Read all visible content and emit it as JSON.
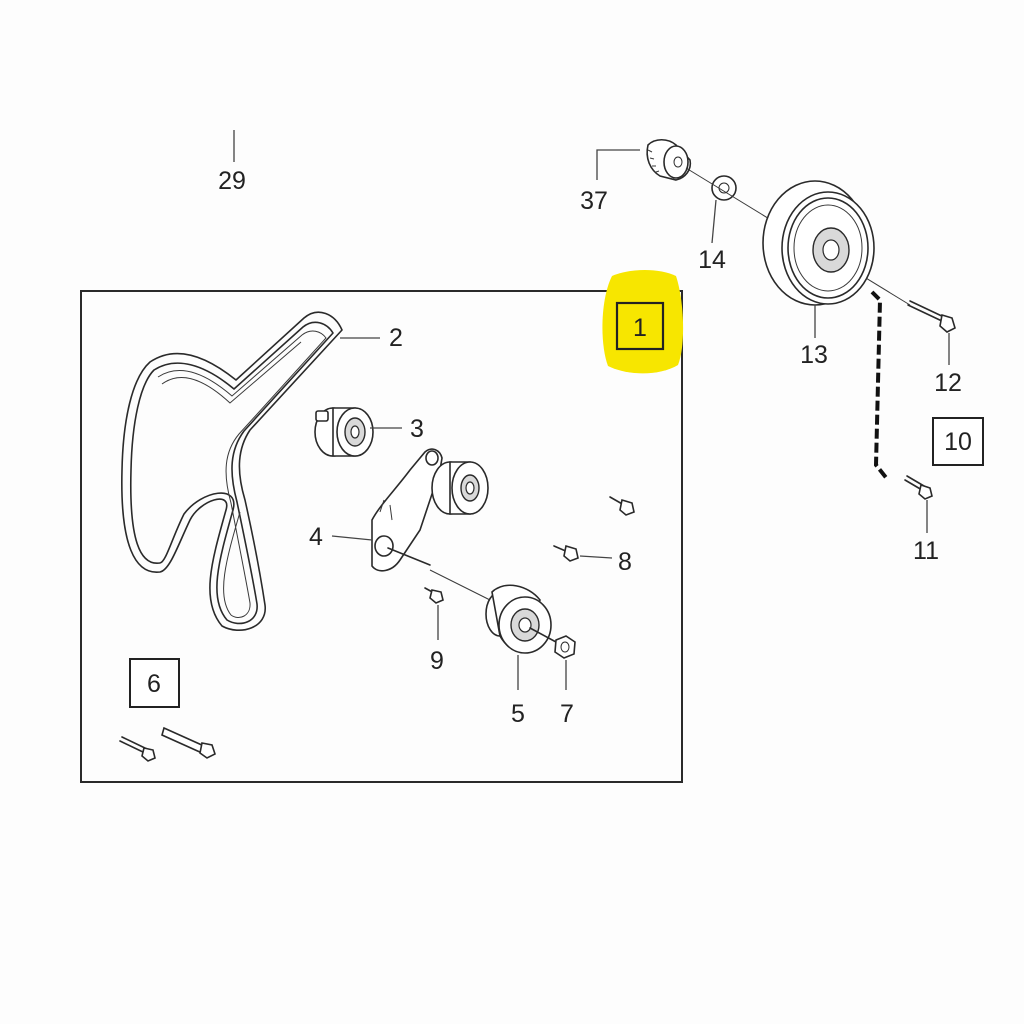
{
  "diagram": {
    "group_frame_label": "1",
    "highlight_color": "#f7e600",
    "callouts": {
      "c29": "29",
      "c37": "37",
      "c14": "14",
      "c13": "13",
      "c12": "12",
      "c10": "10",
      "c11": "11",
      "c2": "2",
      "c3": "3",
      "c4": "4",
      "c8": "8",
      "c9": "9",
      "c5": "5",
      "c7": "7",
      "c6": "6"
    }
  }
}
